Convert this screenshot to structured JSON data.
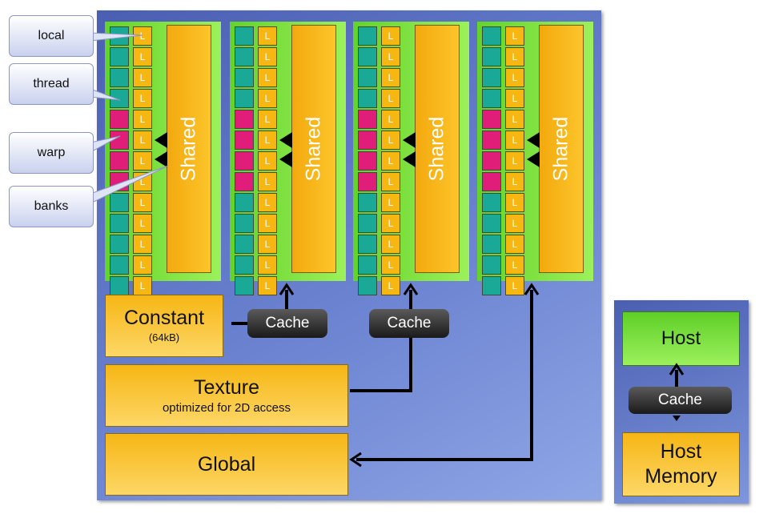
{
  "callouts": [
    "local",
    "thread",
    "warp",
    "banks"
  ],
  "sm": {
    "local_label": "L",
    "shared_label": "Shared"
  },
  "constant": {
    "title": "Constant",
    "subtitle": "(64kB)"
  },
  "texture": {
    "title": "Texture",
    "subtitle": "optimized for 2D access"
  },
  "global": {
    "title": "Global"
  },
  "cache_label": "Cache",
  "host": {
    "title": "Host",
    "cache": "Cache",
    "memory": "Host Memory"
  },
  "colors": {
    "gpu_bg": "#5c73c4",
    "sm_bg": "#7fe23f",
    "thread": "#1aa997",
    "warp": "#e01d79",
    "memory": "#f7b713"
  }
}
